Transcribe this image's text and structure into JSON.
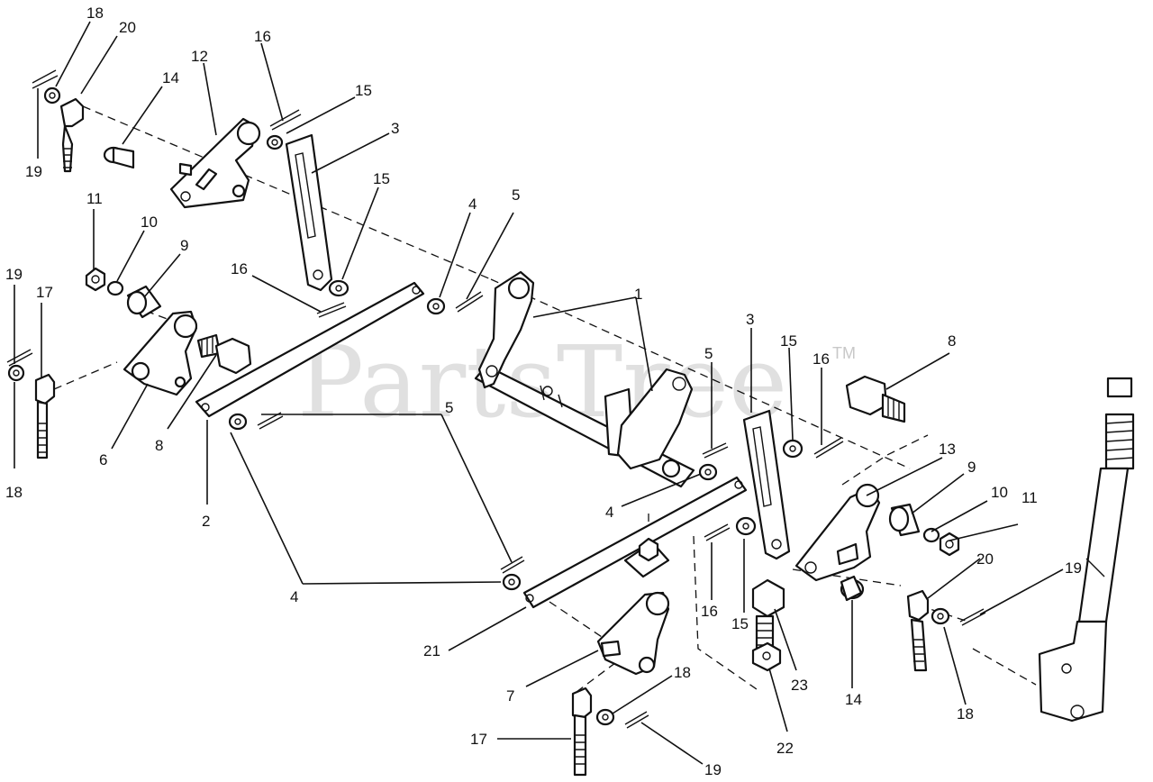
{
  "watermark": {
    "text": "PartsTree",
    "trademark": "TM"
  },
  "callouts": [
    {
      "id": "c18a",
      "text": "18"
    },
    {
      "id": "c20a",
      "text": "20"
    },
    {
      "id": "c12",
      "text": "12"
    },
    {
      "id": "c14a",
      "text": "14"
    },
    {
      "id": "c16a",
      "text": "16"
    },
    {
      "id": "c15a",
      "text": "15"
    },
    {
      "id": "c3a",
      "text": "3"
    },
    {
      "id": "c19a",
      "text": "19"
    },
    {
      "id": "c15b",
      "text": "15"
    },
    {
      "id": "c11a",
      "text": "11"
    },
    {
      "id": "c10a",
      "text": "10"
    },
    {
      "id": "c9a",
      "text": "9"
    },
    {
      "id": "c4a",
      "text": "4"
    },
    {
      "id": "c5a",
      "text": "5"
    },
    {
      "id": "c19b",
      "text": "19"
    },
    {
      "id": "c17a",
      "text": "17"
    },
    {
      "id": "c16b",
      "text": "16"
    },
    {
      "id": "c1",
      "text": "1"
    },
    {
      "id": "c3b",
      "text": "3"
    },
    {
      "id": "c15c",
      "text": "15"
    },
    {
      "id": "c8b",
      "text": "8"
    },
    {
      "id": "c5b",
      "text": "5"
    },
    {
      "id": "c16c",
      "text": "16"
    },
    {
      "id": "c18b",
      "text": "18"
    },
    {
      "id": "c6",
      "text": "6"
    },
    {
      "id": "c8a",
      "text": "8"
    },
    {
      "id": "c5c",
      "text": "5"
    },
    {
      "id": "c2",
      "text": "2"
    },
    {
      "id": "c13",
      "text": "13"
    },
    {
      "id": "c9b",
      "text": "9"
    },
    {
      "id": "c10b",
      "text": "10"
    },
    {
      "id": "c11b",
      "text": "11"
    },
    {
      "id": "c4b",
      "text": "4"
    },
    {
      "id": "c4c",
      "text": "4"
    },
    {
      "id": "c20b",
      "text": "20"
    },
    {
      "id": "c19c",
      "text": "19"
    },
    {
      "id": "c16d",
      "text": "16"
    },
    {
      "id": "c15d",
      "text": "15"
    },
    {
      "id": "c21",
      "text": "21"
    },
    {
      "id": "c23",
      "text": "23"
    },
    {
      "id": "c14b",
      "text": "14"
    },
    {
      "id": "c18c",
      "text": "18"
    },
    {
      "id": "c7",
      "text": "7"
    },
    {
      "id": "c18d",
      "text": "18"
    },
    {
      "id": "c17b",
      "text": "17"
    },
    {
      "id": "c22",
      "text": "22"
    },
    {
      "id": "c19d",
      "text": "19"
    }
  ]
}
